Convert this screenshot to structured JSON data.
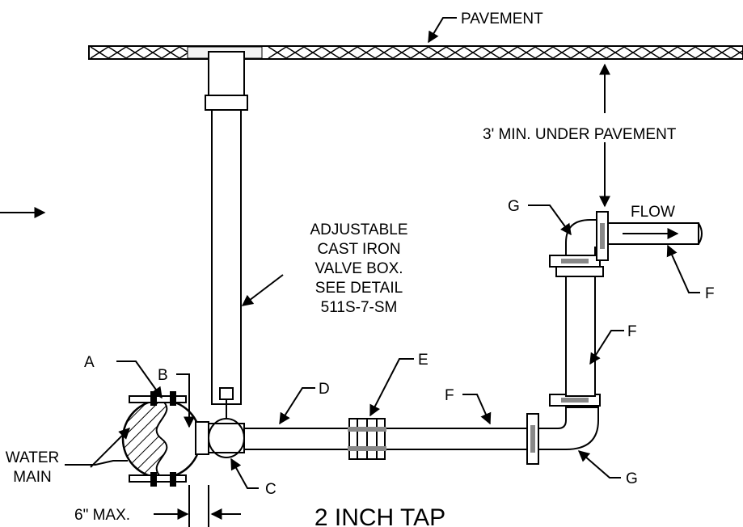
{
  "labels": {
    "pavement": "PAVEMENT",
    "min_depth": "3' MIN. UNDER PAVEMENT",
    "flow": "FLOW",
    "valve_box_1": "ADJUSTABLE",
    "valve_box_2": "CAST IRON",
    "valve_box_3": "VALVE BOX.",
    "valve_box_4": "SEE DETAIL",
    "valve_box_5": "511S-7-SM",
    "water_main_1": "WATER",
    "water_main_2": "MAIN",
    "max_offset": "6\" MAX.",
    "a": "A",
    "b": "B",
    "c": "C",
    "d": "D",
    "e": "E",
    "f_top": "F",
    "f_mid": "F",
    "f_bottom": "F",
    "g_top": "G",
    "g_bottom": "G"
  },
  "title": "2 INCH TAP"
}
